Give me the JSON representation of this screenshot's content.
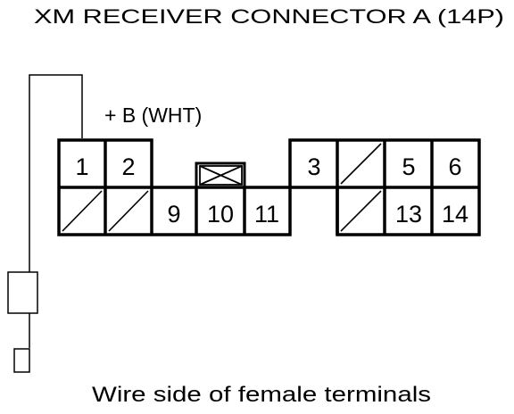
{
  "diagram": {
    "title": "XM RECEIVER CONNECTOR A (14P)",
    "wire_label": "+ B (WHT)",
    "caption": "Wire side of female terminals"
  },
  "connector": {
    "pins": {
      "p1": "1",
      "p2": "2",
      "p3": "3",
      "p5": "5",
      "p6": "6",
      "p9": "9",
      "p10": "10",
      "p11": "11",
      "p13": "13",
      "p14": "14"
    }
  }
}
